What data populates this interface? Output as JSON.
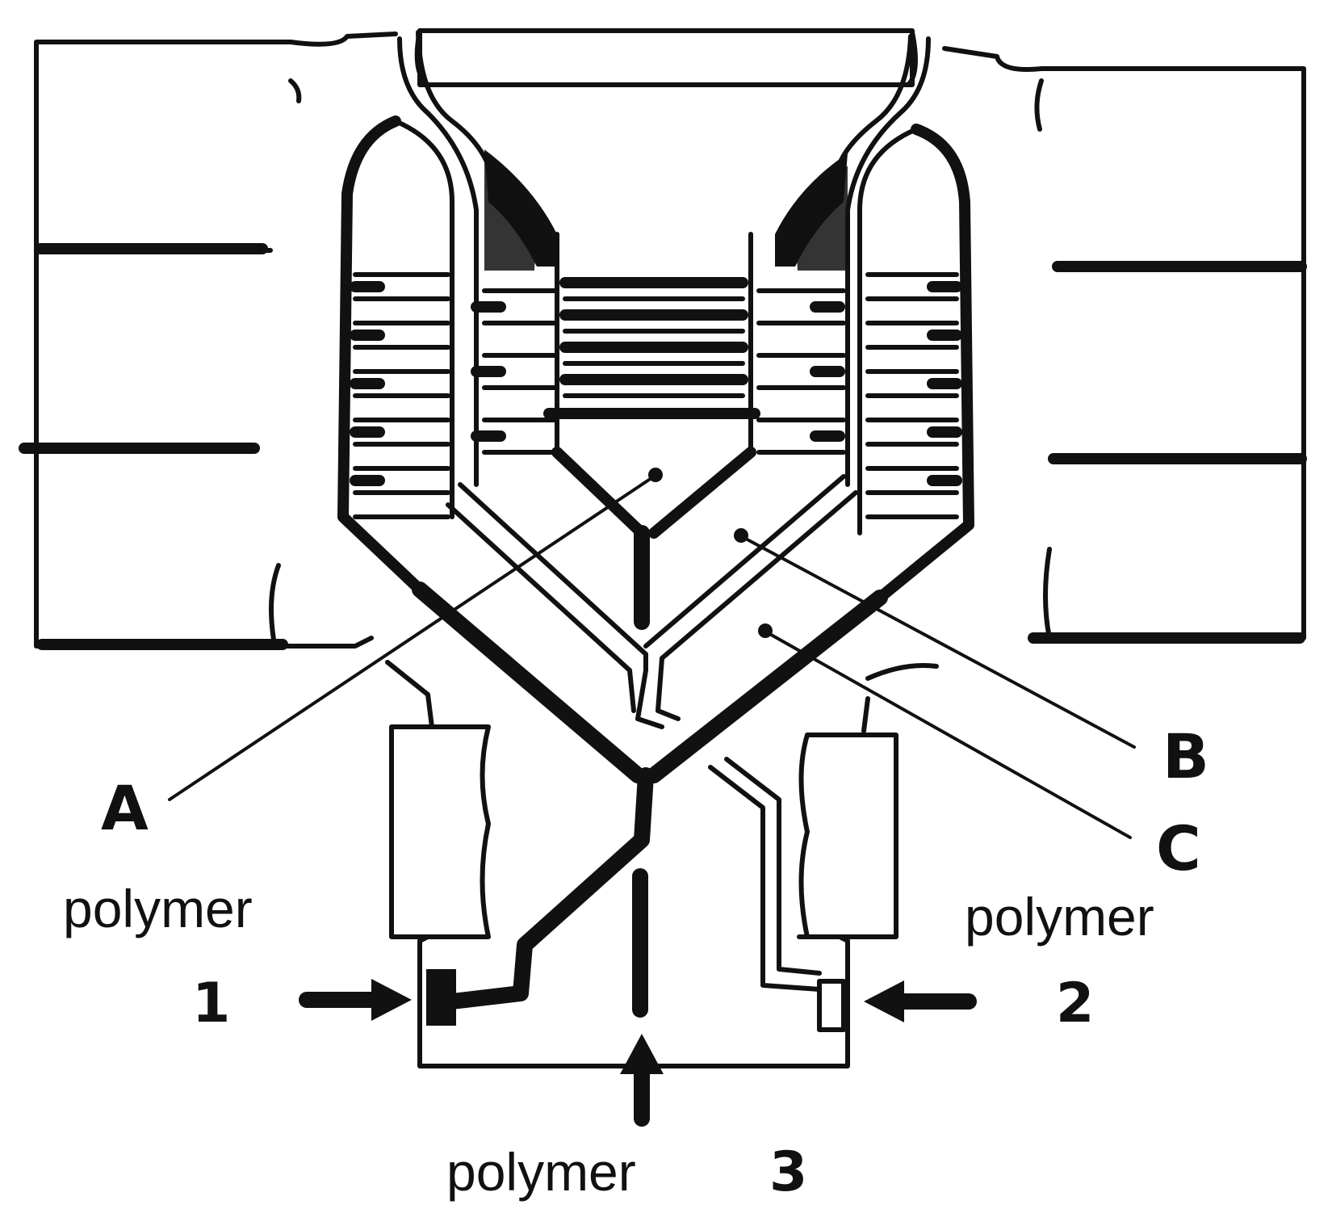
{
  "labels": {
    "a": "A",
    "b": "B",
    "c": "C"
  },
  "inlets": [
    {
      "word": "polymer",
      "number": "1"
    },
    {
      "word": "polymer",
      "number": "2"
    },
    {
      "word": "polymer",
      "number": "3"
    }
  ],
  "colors": {
    "ink": "#111111",
    "background": "#ffffff"
  }
}
